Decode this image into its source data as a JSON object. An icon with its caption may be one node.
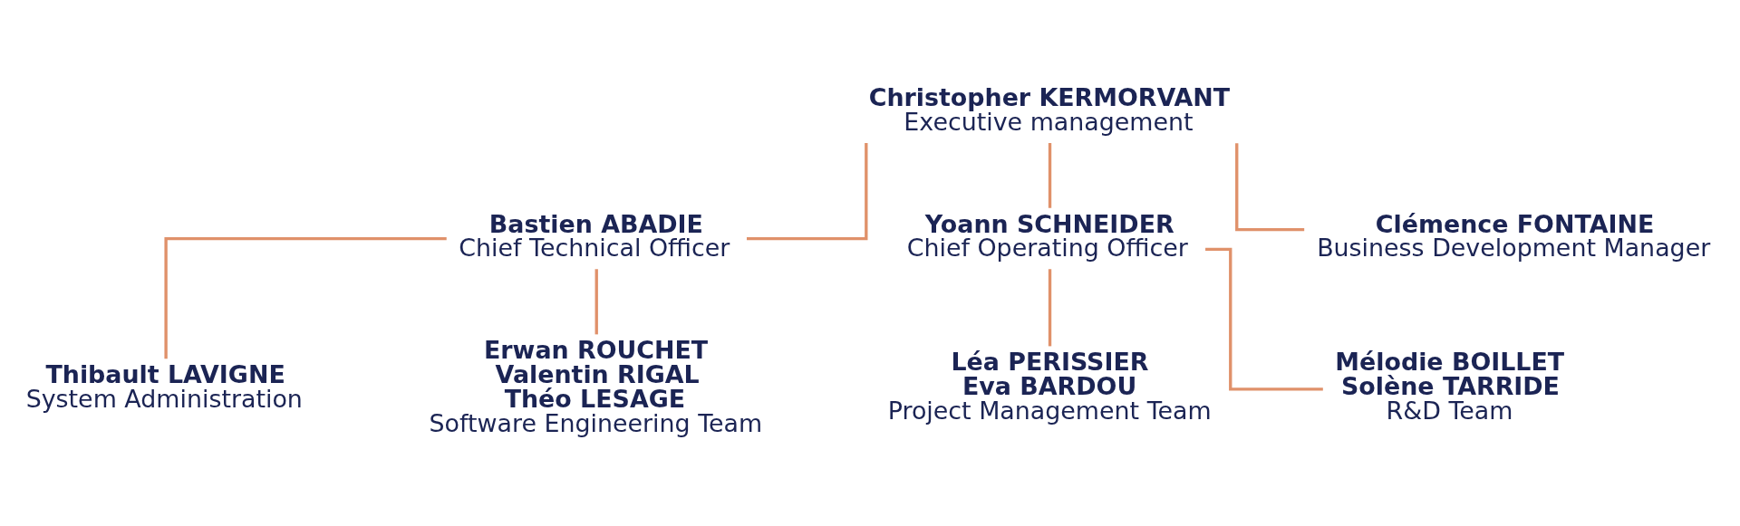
{
  "diagram": {
    "nodes": [
      {
        "text": [
          "Christopher KERMORVANT",
          "Executive management"
        ]
      },
      {
        "text": [
          "Bastien ABADIE",
          "Chief Technical Officer"
        ]
      },
      {
        "text": [
          "Yoann SCHNEIDER",
          "Chief Operating Officer"
        ]
      },
      {
        "text": [
          "Clémence FONTAINE",
          "Business Development Manager"
        ]
      },
      {
        "text": [
          "Thibault LAVIGNE",
          "System Administration"
        ]
      },
      {
        "text": [
          "Erwan ROUCHET",
          "Valentin RIGAL",
          "Théo LESAGE",
          "Software Engineering Team"
        ]
      },
      {
        "text": [
          "Léa PERISSIER",
          "Eva BARDOU",
          "Project Management Team"
        ]
      },
      {
        "text": [
          "Mélodie BOILLET",
          "Solène TARRIDE",
          "R&D Team"
        ]
      }
    ],
    "edges": [
      {
        "from": 0,
        "to": 1,
        "arrow": "none"
      },
      {
        "from": 0,
        "to": 2,
        "arrow": "none"
      },
      {
        "from": 0,
        "to": 3,
        "arrow": "none"
      },
      {
        "from": 1,
        "to": 4,
        "arrow": "none"
      },
      {
        "from": 1,
        "to": 5,
        "arrow": "none"
      },
      {
        "from": 2,
        "to": 6,
        "arrow": "none"
      },
      {
        "from": 2,
        "to": 7,
        "arrow": "none"
      }
    ]
  }
}
